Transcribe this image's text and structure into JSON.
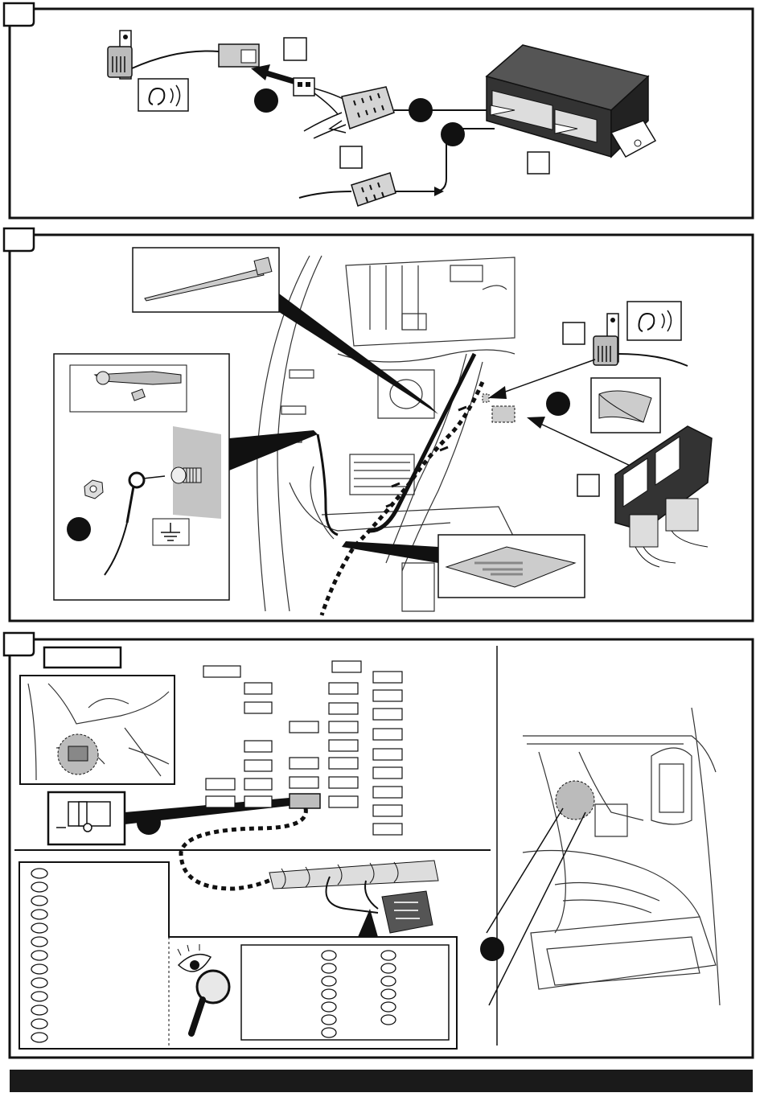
{
  "page": {
    "background": "#ffffff",
    "ink": "#111111",
    "grey_shade": "#b3b3b3",
    "footer_bar_color": "#1a1a1a"
  },
  "panels": [
    {
      "id": "step-1",
      "number_box_text": ""
    },
    {
      "id": "step-2",
      "number_box_text": ""
    },
    {
      "id": "step-3",
      "number_box_text": ""
    }
  ],
  "icons": [
    "buzzer-icon",
    "ear-sound-icon",
    "connector-plug-icon",
    "control-unit-icon",
    "cable-tie-icon",
    "ratchet-wrench-icon",
    "socket-icon",
    "ground-symbol-icon",
    "ring-terminal-icon",
    "nut-icon",
    "bolt-icon",
    "adhesive-pad-icon",
    "foam-tape-icon",
    "fuse-box-icon",
    "eye-icon",
    "magnifier-icon",
    "wire-loom-icon"
  ],
  "fuse_box": {
    "label_tab_text": "",
    "highlighted_fuse_color": "#bdbdbd"
  },
  "wire_color_list": {
    "left_column_count": 13,
    "right_table_column_a_count": 6,
    "right_table_column_b_count": 5
  }
}
